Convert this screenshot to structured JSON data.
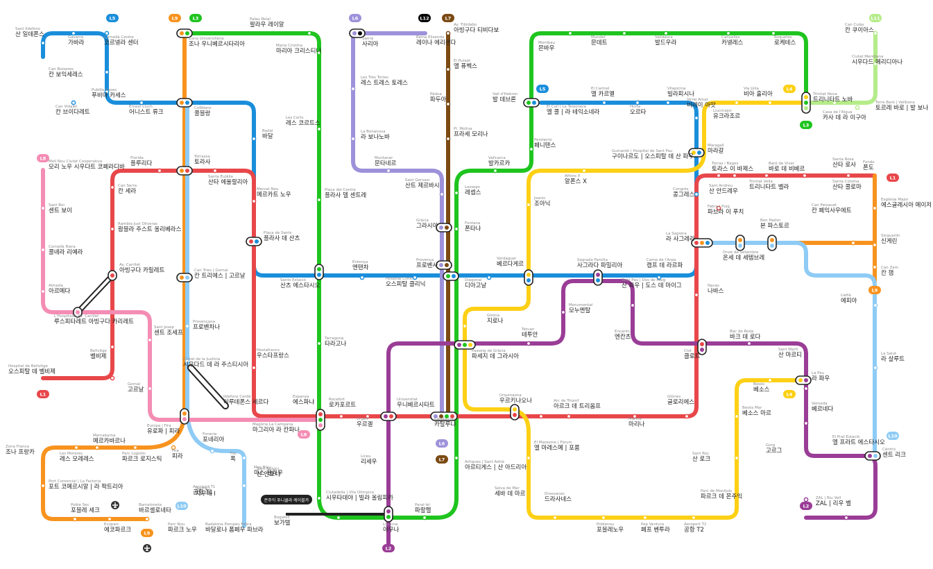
{
  "colors": {
    "L1": "#e8474a",
    "L2": "#9a3d96",
    "L3": "#1fc41f",
    "L4": "#fdd015",
    "L5": "#1a8edb",
    "L6": "#9d92da",
    "L7": "#7b4a12",
    "L8": "#f48db4",
    "L9": "#f7931e",
    "L10": "#8ecbf5",
    "L11": "#b5ec8a",
    "cable": "#222222"
  },
  "icons": [
    "airport-icon"
  ],
  "cable_label": "몬주익 푸니쿨라 케이블카",
  "badges": [
    {
      "id": "L5",
      "text": "L5"
    },
    {
      "id": "L9",
      "text": "L9"
    },
    {
      "id": "L3",
      "text": "L3"
    },
    {
      "id": "L6",
      "text": "L6"
    },
    {
      "id": "L12",
      "text": "L12"
    },
    {
      "id": "L7",
      "text": "L7"
    },
    {
      "id": "L11",
      "text": "L11"
    },
    {
      "id": "L5",
      "text": "L5"
    },
    {
      "id": "L4",
      "text": "L4"
    },
    {
      "id": "L3",
      "text": "L3"
    },
    {
      "id": "L8",
      "text": "L8"
    },
    {
      "id": "L1",
      "text": "L1"
    },
    {
      "id": "L1",
      "text": "L1"
    },
    {
      "id": "L9",
      "text": "L9"
    },
    {
      "id": "L4",
      "text": "L4"
    },
    {
      "id": "L10",
      "text": "L10"
    },
    {
      "id": "L2",
      "text": "L2"
    },
    {
      "id": "L6",
      "text": "L6"
    },
    {
      "id": "L7",
      "text": "L7"
    },
    {
      "id": "L8",
      "text": "L8"
    },
    {
      "id": "L10",
      "text": "L10"
    },
    {
      "id": "L9",
      "text": "L9"
    },
    {
      "id": "L2",
      "text": "L2"
    }
  ],
  "stations": [
    {
      "ko": "산 일데폰스",
      "ca": "Sant Ildefons"
    },
    {
      "ko": "가바라",
      "ca": "Gavarra"
    },
    {
      "ko": "코르넬라 센터",
      "ca": "Cornellà Centre"
    },
    {
      "ko": "칸 보익세레스",
      "ca": "Can Boixeres"
    },
    {
      "ko": "푸비아 카세스",
      "ca": "Pubilla Cases"
    },
    {
      "ko": "칸 브이다레트",
      "ca": "Can Vidalet"
    },
    {
      "ko": "어니스트 류크",
      "ca": "Ernest Lluch"
    },
    {
      "ko": "팔라우 레이알",
      "ca": "Palau Reial"
    },
    {
      "ko": "조나 우니베르시타리아",
      "ca": "Zona Universitària"
    },
    {
      "ko": "마리아 크리스티나",
      "ca": "Maria Cristina"
    },
    {
      "ko": "콜블랑",
      "ca": "Collblanc"
    },
    {
      "ko": "레스 코르트스",
      "ca": "Les Corts"
    },
    {
      "ko": "바달",
      "ca": "Badal"
    },
    {
      "ko": "사리아",
      "ca": "Sarrià"
    },
    {
      "ko": "레이나 에리센다",
      "ca": "Reina Elisenda"
    },
    {
      "ko": "레스 트레스 토레스",
      "ca": "Les Tres Torres"
    },
    {
      "ko": "라 보나노바",
      "ca": "La Bonanova"
    },
    {
      "ko": "문타네르",
      "ca": "Muntaner"
    },
    {
      "ko": "산트 제르바시",
      "ca": "Sant Gervasi"
    },
    {
      "ko": "아빙구다 티비다보",
      "ca": "Av. Tibidabo"
    },
    {
      "ko": "엘 퓨벡스",
      "ca": "El Putxet"
    },
    {
      "ko": "파두아",
      "ca": "Pàdua"
    },
    {
      "ko": "프라세 모리나",
      "ca": "Pl. Molina"
    },
    {
      "ko": "그라시아",
      "ca": "Gràcia"
    },
    {
      "ko": "프로벤사",
      "ca": "Provença"
    },
    {
      "ko": "몬바우",
      "ca": "Montbau"
    },
    {
      "ko": "문데트",
      "ca": "Mundet"
    },
    {
      "ko": "발드우라",
      "ca": "Valldaura"
    },
    {
      "ko": "카넬레스",
      "ca": "Canyelles"
    },
    {
      "ko": "로케테스",
      "ca": "Roquetes"
    },
    {
      "ko": "칸 쿠이아스",
      "ca": "Can Cuiàs"
    },
    {
      "ko": "시우다드 메리디아나",
      "ca": "Ciutat Meridiana"
    },
    {
      "ko": "트리니타트 노바",
      "ca": "Trinitat Nova"
    },
    {
      "ko": "토르레 바로 | 발 보나",
      "ca": "Torre Baró | Vallbona"
    },
    {
      "ko": "카사 데 라 이구아",
      "ca": "Casa de l'Aigua"
    },
    {
      "ko": "비아 훌리아",
      "ca": "Via Júlia"
    },
    {
      "ko": "발 데브론",
      "ca": "Vall d'Hebron"
    },
    {
      "ko": "엘 카르멜",
      "ca": "El Carmel"
    },
    {
      "ko": "엘 콜 | 라 테익소네라",
      "ca": "El Coll | La Teixonera"
    },
    {
      "ko": "오르타",
      "ca": "Horta"
    },
    {
      "ko": "빌라피시나",
      "ca": "Vilapicina"
    },
    {
      "ko": "비레이 아맛",
      "ca": "Virrei Amat"
    },
    {
      "ko": "유크라조르",
      "ca": "Llucmajor"
    },
    {
      "ko": "마라갈",
      "ca": "Maragall"
    },
    {
      "ko": "페니텐스",
      "ca": "Penitents"
    },
    {
      "ko": "구이나르도 | 오스피탈 데 산 파우",
      "ca": "Guinardó | Hospital de Sant Pau"
    },
    {
      "ko": "발카르카",
      "ca": "Vallcarca"
    },
    {
      "ko": "레셉스",
      "ca": "Lesseps"
    },
    {
      "ko": "폰타나",
      "ca": "Fontana"
    },
    {
      "ko": "알폰스 X",
      "ca": "Alfons X"
    },
    {
      "ko": "조아닉",
      "ca": "Joanic"
    },
    {
      "ko": "토라스 이 바제스",
      "ca": "Torras i Bages"
    },
    {
      "ko": "바로 데 비베르",
      "ca": "Baró de Viver"
    },
    {
      "ko": "산타 로사",
      "ca": "Santa Rosa"
    },
    {
      "ko": "폰도",
      "ca": "Fondo"
    },
    {
      "ko": "산 안드레우",
      "ca": "Sant Andreu"
    },
    {
      "ko": "트리니타트 벨라",
      "ca": "Trinitat Vella"
    },
    {
      "ko": "산타 콜로마",
      "ca": "Santa Coloma"
    },
    {
      "ko": "콩그레스",
      "ca": "Congrés"
    },
    {
      "ko": "파브라 이 푸치",
      "ca": "Fabra i Puig"
    },
    {
      "ko": "칸 페익사우에트",
      "ca": "Can Peixauet"
    },
    {
      "ko": "에스글레시아 메이저",
      "ca": "Església Major"
    },
    {
      "ko": "라 사그레라",
      "ca": "La Sagrera"
    },
    {
      "ko": "본 파스토르",
      "ca": "Bon Pastor"
    },
    {
      "ko": "신게린",
      "ca": "Singuerlín"
    },
    {
      "ko": "온세 데 세템브레",
      "ca": "Onze de Setembre"
    },
    {
      "ko": "칸 잼",
      "ca": "Can Zam"
    },
    {
      "ko": "모리 노우 시우다트 코페라디바",
      "ca": "Molí Nou Ciutat Cooperativa"
    },
    {
      "ko": "플루리다",
      "ca": "Florida"
    },
    {
      "ko": "토라사",
      "ca": "Torrassa"
    },
    {
      "ko": "산타 에울랄리아",
      "ca": "Santa Eulàlia"
    },
    {
      "ko": "메르카트 노우",
      "ca": "Mercat Nou"
    },
    {
      "ko": "칸 세라",
      "ca": "Can Serra"
    },
    {
      "ko": "센트 보이",
      "ca": "Sant Boi"
    },
    {
      "ko": "람블라 주스트 올리베라스",
      "ca": "Rambla Just Oliveras"
    },
    {
      "ko": "콜녜라 리예라",
      "ca": "Cornellà Riera"
    },
    {
      "ko": "플라사 데 산츠",
      "ca": "Plaça de Sants"
    },
    {
      "ko": "플라사 델 센트레",
      "ca": "Plaça del Centre"
    },
    {
      "ko": "아빙구다 카릴레트",
      "ca": "Av. Carrilet"
    },
    {
      "ko": "아르메다",
      "ca": "Almeda"
    },
    {
      "ko": "칸 트리에스 | 고르날",
      "ca": "Can Tries | Gornal"
    },
    {
      "ko": "엔텐차",
      "ca": "Entença"
    },
    {
      "ko": "산츠 에스타시오",
      "ca": "Sants Estació"
    },
    {
      "ko": "오스피탈 클리닉",
      "ca": "Hospital Clínic"
    },
    {
      "ko": "디아고날",
      "ca": "Diagonal"
    },
    {
      "ko": "베르다게르",
      "ca": "Verdaguer"
    },
    {
      "ko": "사그라다 파밀리아",
      "ca": "Sagrada Família"
    },
    {
      "ko": "캠프 데 라르파",
      "ca": "Camp de l'Arpa"
    },
    {
      "ko": "산 파우 | 도스 데 마이그",
      "ca": "Sant Pau | Dos de Maig"
    },
    {
      "ko": "나바스",
      "ca": "Navas"
    },
    {
      "ko": "에피아",
      "ca": "Llefià"
    },
    {
      "ko": "루스피타레트 아빙구다 카리레트",
      "ca": "L'Hospitalet Av. Carrilet"
    },
    {
      "ko": "센트 조세프",
      "ca": "Sant Josep"
    },
    {
      "ko": "프로벤차나",
      "ca": "Provençana"
    },
    {
      "ko": "모누멘탈",
      "ca": "Monumental"
    },
    {
      "ko": "지로나",
      "ca": "Girona"
    },
    {
      "ko": "테투안",
      "ca": "Tetuan"
    },
    {
      "ko": "엔칸츠",
      "ca": "Encants"
    },
    {
      "ko": "바크 데 로다",
      "ca": "Bac de Roda"
    },
    {
      "ko": "벨비제",
      "ca": "Bellvitge"
    },
    {
      "ko": "오스피탈 데 벨비제",
      "ca": "Hospital de Bellvitge"
    },
    {
      "ko": "타라고나",
      "ca": "Tarragona"
    },
    {
      "ko": "파세지 데 그라시아",
      "ca": "Passeig de Gràcia"
    },
    {
      "ko": "클로트",
      "ca": "Clot"
    },
    {
      "ko": "산 마르티",
      "ca": "Sant Martí"
    },
    {
      "ko": "라 살루트",
      "ca": "La Salut"
    },
    {
      "ko": "시우다드 데 라 주스티시아",
      "ca": "Ciutat de la Justícia"
    },
    {
      "ko": "우스타프랑스",
      "ca": "Hostafrancs"
    },
    {
      "ko": "고르날",
      "ca": "Gornal"
    },
    {
      "ko": "이루데폰스 세르다",
      "ca": "Ildefons Cerdà"
    },
    {
      "ko": "에스파냐",
      "ca": "Espanya"
    },
    {
      "ko": "로카포르트",
      "ca": "Rocafort"
    },
    {
      "ko": "우니베르시타트",
      "ca": "Universitat"
    },
    {
      "ko": "우르키나오나",
      "ca": "Urquinaona"
    },
    {
      "ko": "아르크 데 트리옴프",
      "ca": "Arc de Triomf"
    },
    {
      "ko": "글로리에스",
      "ca": "Glòries"
    },
    {
      "ko": "라 파우",
      "ca": "La Pau"
    },
    {
      "ko": "베소스",
      "ca": "Besòs"
    },
    {
      "ko": "유로파 | 피라",
      "ca": "Europa | Fira"
    },
    {
      "ko": "마그리아 라 칸파나",
      "ca": "Magòria La Campana"
    },
    {
      "ko": "우르겔",
      "ca": "Urgell"
    },
    {
      "ko": "카탈루냐",
      "ca": "Catalunya"
    },
    {
      "ko": "마리나",
      "ca": "Marina"
    },
    {
      "ko": "베소스 마르",
      "ca": "Besòs Mar"
    },
    {
      "ko": "베르네다",
      "ca": "Verneda"
    },
    {
      "ko": "메르카바르나",
      "ca": "Mercabarna"
    },
    {
      "ko": "레스 모레레스",
      "ca": "Les Moreres"
    },
    {
      "ko": "파르크 로지스틱",
      "ca": "Parc Logístic"
    },
    {
      "ko": "피라",
      "ca": "Fira"
    },
    {
      "ko": "포네리아",
      "ca": "Foneria"
    },
    {
      "ko": "폭",
      "ca": "Foc"
    },
    {
      "ko": "산 안토니",
      "ca": "Sant Antoni"
    },
    {
      "ko": "자우메 I",
      "ca": "Jaume I"
    },
    {
      "ko": "리세우",
      "ca": "Liceu"
    },
    {
      "ko": "엘 마레스메 | 포룸",
      "ca": "El Maresme | Fòrum"
    },
    {
      "ko": "아르티게스 | 산 아드리아",
      "ca": "Artigues | Sant Adrià"
    },
    {
      "ko": "산 로크",
      "ca": "Sant Roc"
    },
    {
      "ko": "고르그",
      "ca": "Gorg"
    },
    {
      "ko": "엘 프라트 에스타시오",
      "ca": "El Prat Estació"
    },
    {
      "ko": "센트 리크",
      "ca": "Cèntric"
    },
    {
      "ko": "조나 프랑카",
      "ca": "Zona Franca"
    },
    {
      "ko": "포트 코메르시알 | 라 팍트리아",
      "ca": "Port Comercial | La Factoria"
    },
    {
      "ko": "마스 블라우",
      "ca": "Mas Blau"
    },
    {
      "ko": "공항 T1",
      "ca": "Aeroport T1"
    },
    {
      "ko": "포블레 세크",
      "ca": "Poble Sec"
    },
    {
      "ko": "바르셀로네타",
      "ca": "Barceloneta"
    },
    {
      "ko": "시우타데야 | 빌라 올림피카",
      "ca": "Ciutadella | Vila Olímpica"
    },
    {
      "ko": "세바 데 마르",
      "ca": "Selva de Mar"
    },
    {
      "ko": "드라사네스",
      "ca": "Drassanes"
    },
    {
      "ko": "파르크 데 몬주익",
      "ca": "Parc de Montjuïc"
    },
    {
      "ko": "파랄렐",
      "ca": "Paral·lel"
    },
    {
      "ko": "보가텔",
      "ca": "Bogatell"
    },
    {
      "ko": "야우나",
      "ca": "Llacuna"
    },
    {
      "ko": "포블레노우",
      "ca": "Poblenou"
    },
    {
      "ko": "페프 벤투라",
      "ca": "Pep Ventura"
    },
    {
      "ko": "공항 T2",
      "ca": "Aeroport T2"
    },
    {
      "ko": "ZAL | 리우 벨",
      "ca": "ZAL | Riu Vell"
    },
    {
      "ko": "에코파르크",
      "ca": "Ecoparc"
    },
    {
      "ko": "파르크 노우",
      "ca": "Parc Nou"
    },
    {
      "ko": "바달로나 폼페우 파브라",
      "ca": "Badalona Pompeu Fabra"
    }
  ]
}
